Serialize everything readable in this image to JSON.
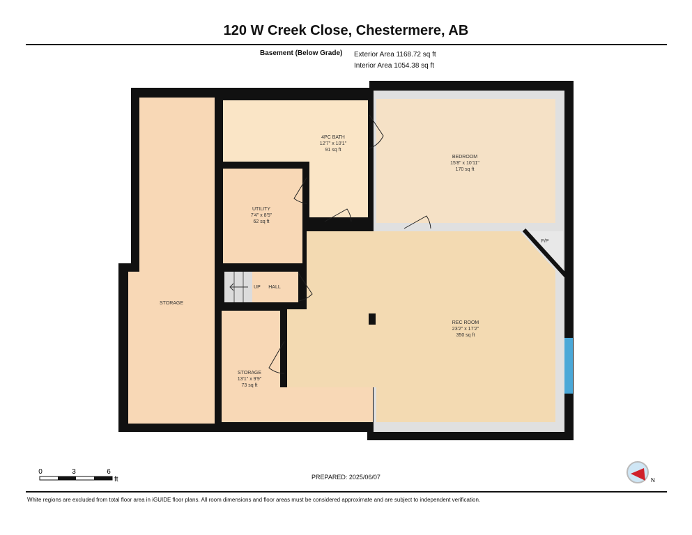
{
  "header": {
    "title": "120 W Creek Close, Chestermere, AB",
    "floor": "Basement (Below Grade)",
    "exterior_area": "Exterior Area 1168.72 sq ft",
    "interior_area": "Interior Area 1054.38 sq ft"
  },
  "rooms": {
    "storage_large": {
      "name": "STORAGE"
    },
    "bath": {
      "name": "4PC BATH",
      "dims": "12'7\" x 10'1\"",
      "area": "91 sq ft"
    },
    "bedroom": {
      "name": "BEDROOM",
      "dims": "15'8\" x 10'11\"",
      "area": "170 sq ft"
    },
    "utility": {
      "name": "UTILITY",
      "dims": "7'4\" x 8'5\"",
      "area": "62 sq ft"
    },
    "hall": {
      "name": "HALL",
      "stairs": "UP"
    },
    "fireplace": {
      "name": "F/P"
    },
    "rec_room": {
      "name": "REC ROOM",
      "dims": "23'2\" x 17'2\"",
      "area": "350 sq ft"
    },
    "storage_small": {
      "name": "STORAGE",
      "dims": "13'1\" x 9'9\"",
      "area": "73 sq ft"
    }
  },
  "scale": {
    "ticks": [
      "0",
      "3",
      "6"
    ],
    "unit": "ft"
  },
  "prepared": "PREPARED: 2025/06/07",
  "compass": {
    "label": "N",
    "icon": "compass-icon"
  },
  "footer": "White regions are excluded from total floor area in iGUIDE floor plans. All room dimensions and floor areas must be considered approximate and are subject to independent verification.",
  "colors": {
    "wall": "#111111",
    "storage": "#f8d8b6",
    "bath": "#fae5c6",
    "bedroom": "#f5e1c6",
    "rec": "#f3dab2",
    "window": "#4aa8d8"
  }
}
